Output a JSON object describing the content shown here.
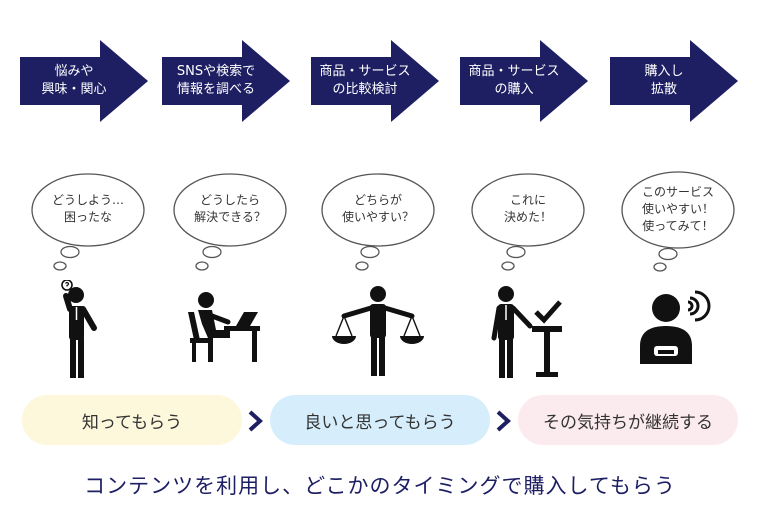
{
  "colors": {
    "arrow": "#1e1f63",
    "icon": "#111111",
    "bubble_stroke": "#555555",
    "pill_yellow": "#fdf8dc",
    "pill_blue": "#d6eefb",
    "pill_pink": "#fbebee",
    "chevron": "#1e1f63",
    "footer_text": "#1e1f63"
  },
  "steps": [
    {
      "label": "悩みや\n興味・関心",
      "thought": "どうしよう…\n困ったな",
      "icon": "thinking-person-icon"
    },
    {
      "label": "SNSや検索で\n情報を調べる",
      "thought": "どうしたら\n解決できる？",
      "icon": "person-at-computer-icon"
    },
    {
      "label": "商品・サービス\nの比較検討",
      "thought": "どちらが\n使いやすい？",
      "icon": "person-balance-scale-icon"
    },
    {
      "label": "商品・サービス\nの購入",
      "thought": "これに\n決めた！",
      "icon": "person-checkmark-podium-icon"
    },
    {
      "label": "購入し\n拡散",
      "thought": "このサービス\n使いやすい！\n使ってみて！",
      "icon": "person-sharing-icon"
    }
  ],
  "phases": [
    {
      "label": "知ってもらう"
    },
    {
      "label": "良いと思ってもらう"
    },
    {
      "label": "その気持ちが継続する"
    }
  ],
  "footer": "コンテンツを利用し、どこかのタイミングで購入してもらう"
}
